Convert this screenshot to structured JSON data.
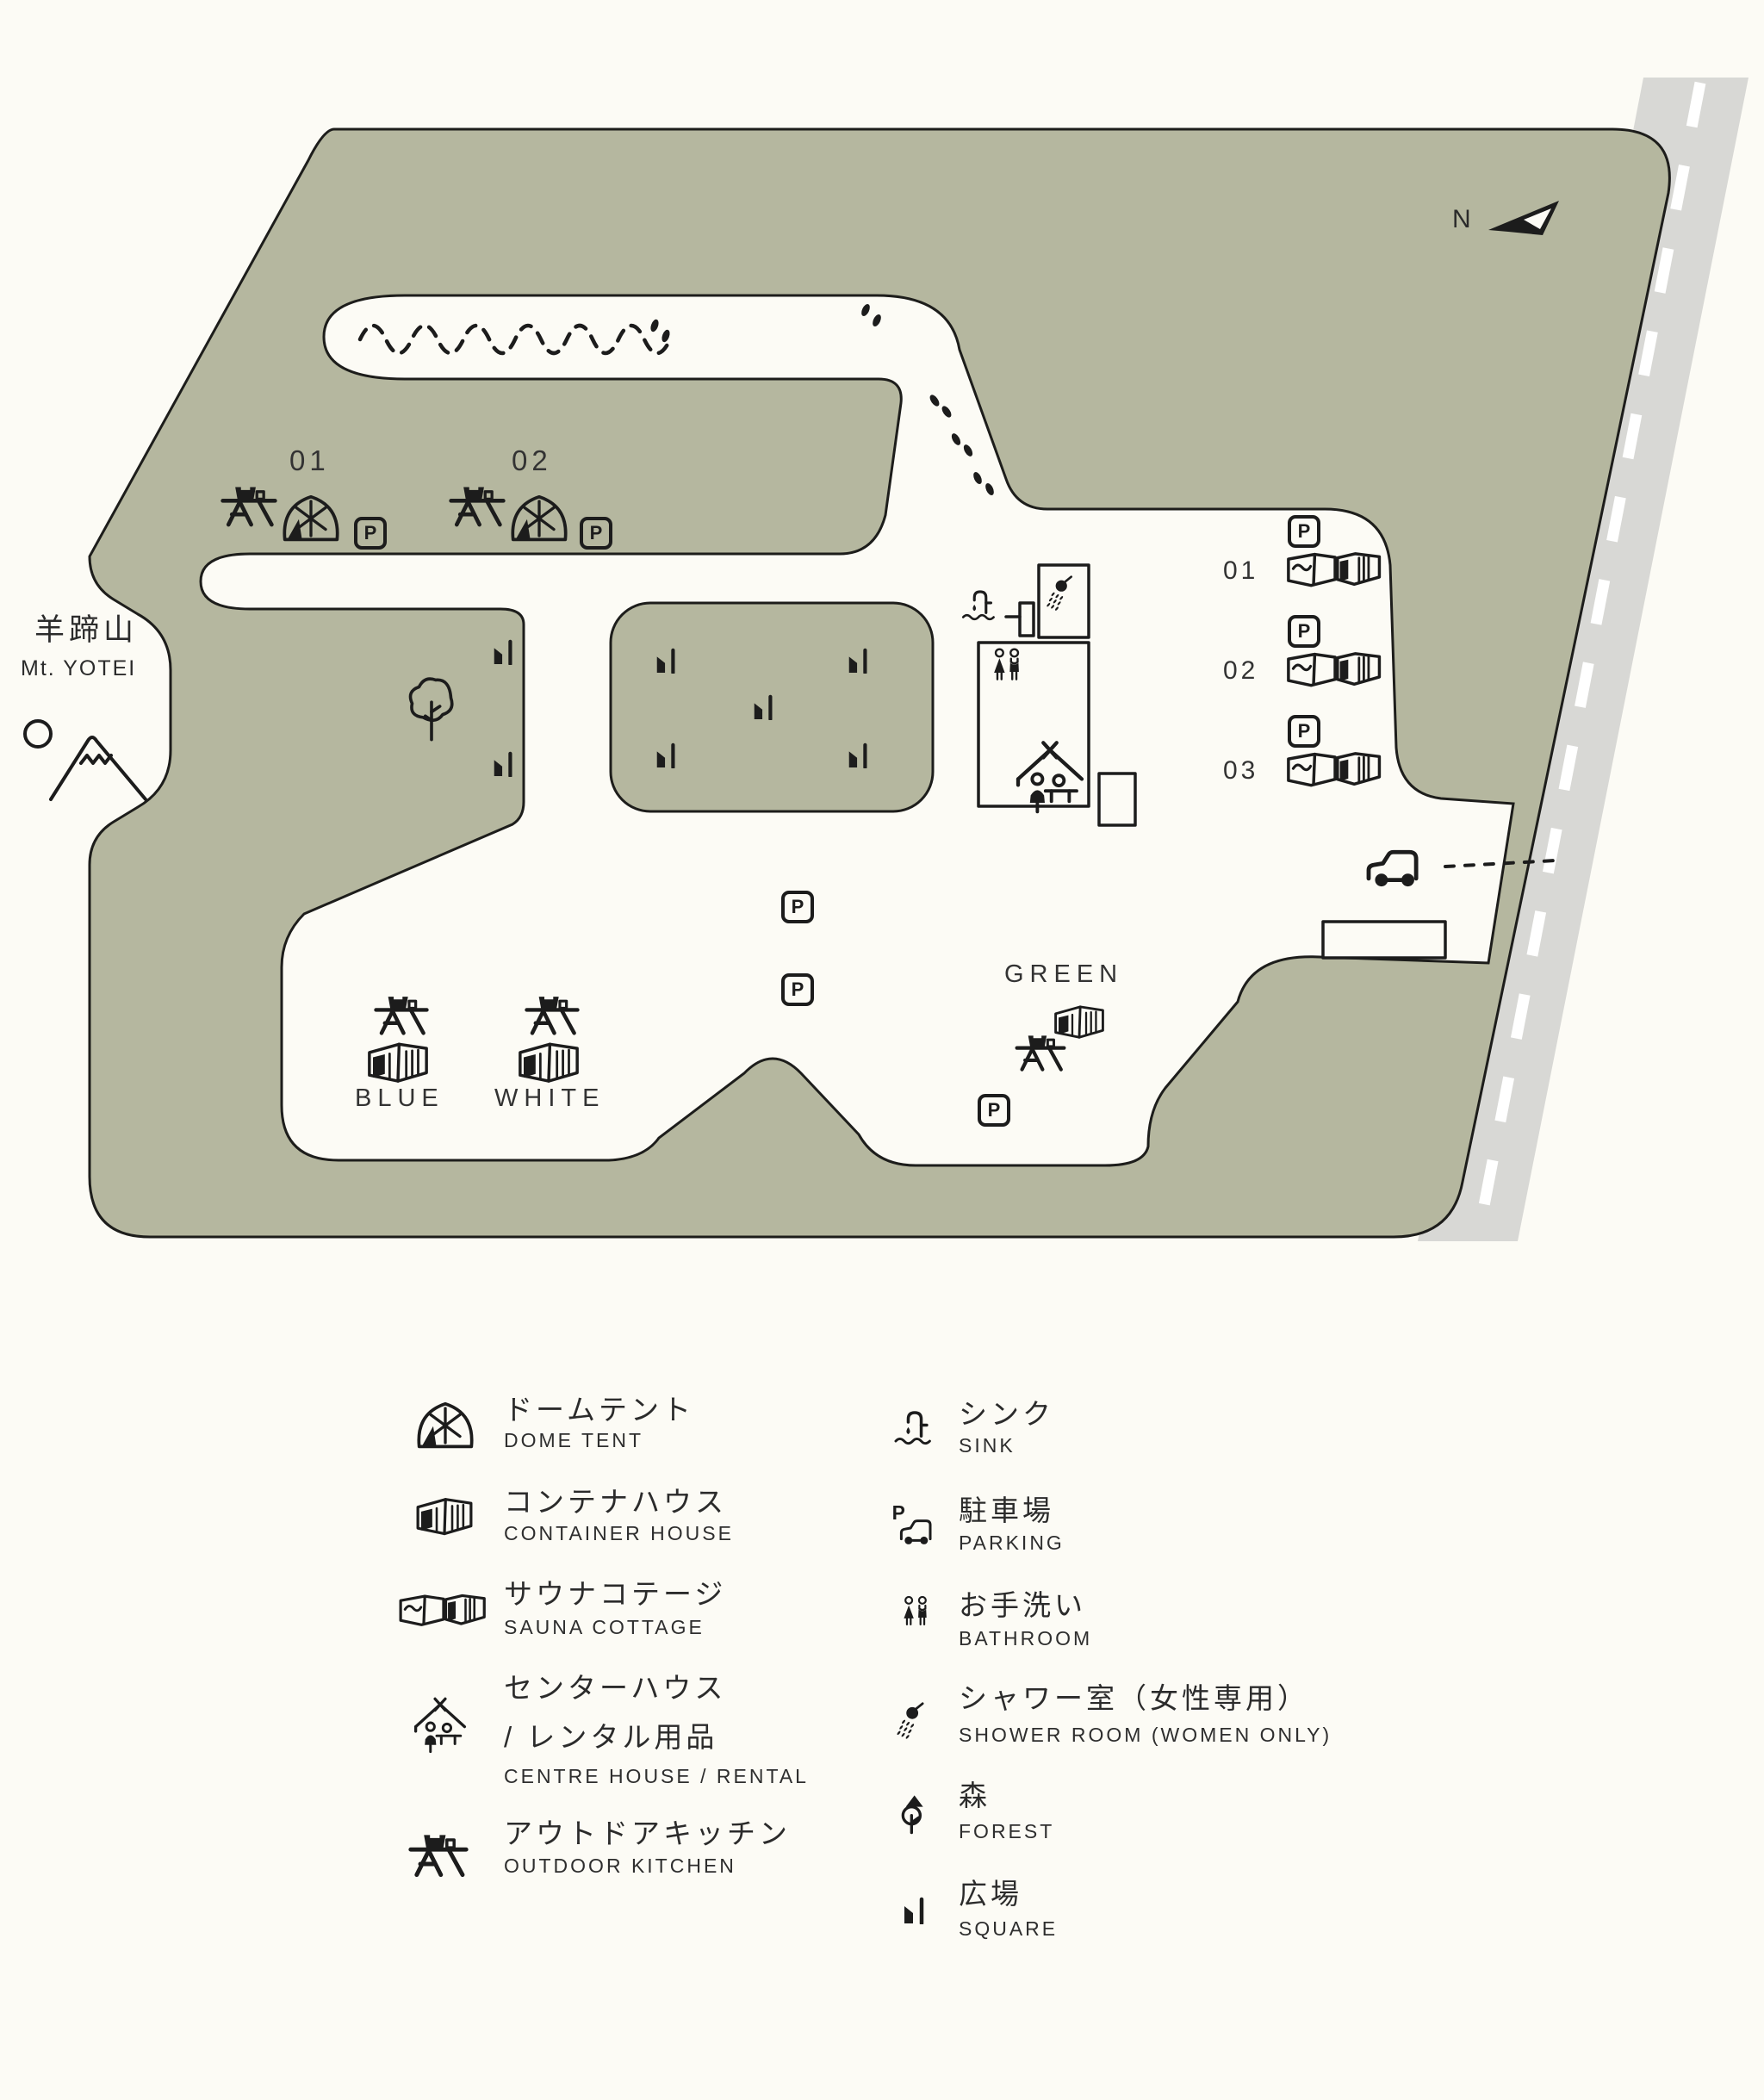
{
  "map": {
    "compass_label": "N",
    "mountain": {
      "jp": "羊蹄山",
      "en": "Mt. YOTEI"
    },
    "parking_badge": "P",
    "dome_sites": [
      {
        "number": "01"
      },
      {
        "number": "02"
      }
    ],
    "sauna_sites": [
      {
        "number": "01"
      },
      {
        "number": "02"
      },
      {
        "number": "03"
      }
    ],
    "container_sites": {
      "green": "GREEN",
      "blue": "BLUE",
      "white": "WHITE"
    }
  },
  "legend": {
    "parking_letter": "P",
    "left": [
      {
        "icon": "dome-tent-icon",
        "jp": "ドームテント",
        "en": "DOME TENT"
      },
      {
        "icon": "container-house-icon",
        "jp": "コンテナハウス",
        "en": "CONTAINER HOUSE"
      },
      {
        "icon": "sauna-cottage-icon",
        "jp": "サウナコテージ",
        "en": "SAUNA COTTAGE"
      },
      {
        "icon": "centre-house-icon",
        "jp": "センターハウス",
        "jp2": "/ レンタル用品",
        "en": "CENTRE HOUSE / RENTAL"
      },
      {
        "icon": "outdoor-kitchen-icon",
        "jp": "アウトドアキッチン",
        "en": "OUTDOOR KITCHEN"
      }
    ],
    "right": [
      {
        "icon": "sink-icon",
        "jp": "シンク",
        "en": "SINK"
      },
      {
        "icon": "parking-icon",
        "jp": "駐車場",
        "en": "PARKING"
      },
      {
        "icon": "bathroom-icon",
        "jp": "お手洗い",
        "en": "BATHROOM"
      },
      {
        "icon": "shower-icon",
        "jp": "シャワー室（女性専用）",
        "en": "SHOWER ROOM (WOMEN ONLY)"
      },
      {
        "icon": "forest-icon",
        "jp": "森",
        "en": "FOREST"
      },
      {
        "icon": "square-icon",
        "jp": "広場",
        "en": "SQUARE"
      }
    ]
  },
  "colors": {
    "map_green": "#b5b79f",
    "road_gray": "#d8d8d5",
    "background": "#fcfbf5",
    "ink": "#1c1c1c"
  }
}
